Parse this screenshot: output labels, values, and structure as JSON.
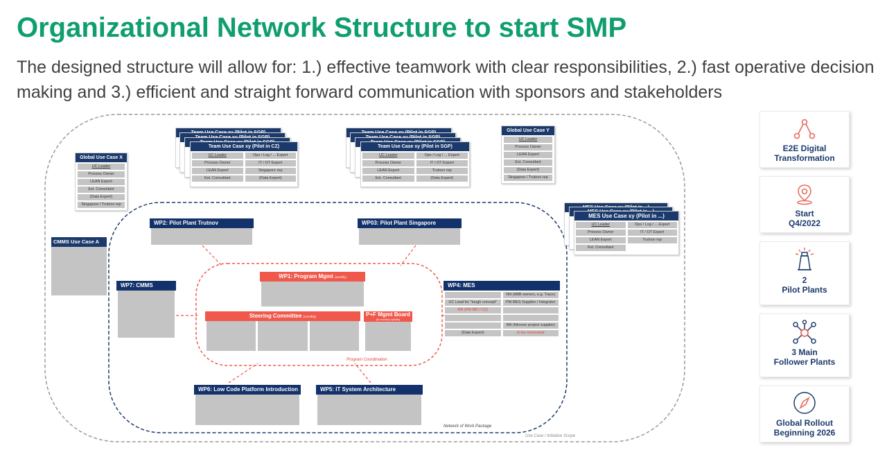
{
  "title": "Organizational Network Structure to start SMP",
  "subtitle": "The designed structure will allow for: 1.) effective teamwork with clear responsibilities, 2.) fast operative decision making and 3.) efficient and straight forward communication with sponsors and stakeholders",
  "stack_cz": {
    "back1": "Team Use Case xy (Pilot in SGP)",
    "back2": "Team Use Case xy (Pilot in SGP)",
    "back3": "Team Use Case xy (Pilot in SGP)",
    "front": "Team Use Case xy (Pilot in CZ)",
    "left": [
      "UC Leader",
      "Process Owner",
      "LEAN Expert",
      "Ext. Consultant"
    ],
    "right": [
      "Ops / Log / ... Expert",
      "IT / OT Expert",
      "Singapore rep",
      "(Data Expert)"
    ]
  },
  "stack_sgp": {
    "back1": "Team Use Case xy (Pilot in SGP)",
    "back2": "Team Use Case xy (Pilot in SGP)",
    "back3": "Team Use Case xy (Pilot in SGP)",
    "front": "Team Use Case xy (Pilot in SGP)",
    "left": [
      "UC Leader",
      "Process Owner",
      "LEAN Expert",
      "Ext. Consultant"
    ],
    "right": [
      "Ops / Log / ... Expert",
      "IT / OT Expert",
      "Trutnov rep",
      "(Data Expert)"
    ]
  },
  "global_x": {
    "title": "Global Use Case X",
    "rows": [
      "UC Leader",
      "Process Owner",
      "LEAN Expert",
      "Ext. Consultant",
      "(Data Expert)",
      "Singapore / Trutnov rep"
    ]
  },
  "global_y": {
    "title": "Global Use Case Y",
    "rows": [
      "UC Leader",
      "Process Owner",
      "LEAN Expert",
      "Ext. Consultant",
      "(Data Expert)",
      "Singapore / Trutnov rep"
    ]
  },
  "mes_stack": {
    "back1": "MES Use Case xy (Pilot in ...)",
    "back2": "MES Use Case xy (Pilot in ...)",
    "front": "MES Use Case xy (Pilot in ...)",
    "left": [
      "UC Leader",
      "Process Owner",
      "LEAN Expert",
      "Ext. Consultant"
    ],
    "right": [
      "Ops / Log / ... Expert",
      "IT / OT Expert",
      "Trutnov rep"
    ]
  },
  "cmms_uc": "CMMS Use Case A",
  "wp2": "WP2: Pilot Plant Trutnov",
  "wp03": "WP03: Pilot Plant Singapore",
  "wp7": "WP7: CMMS",
  "wp1": {
    "label": "WP1: Program Mgmt",
    "note": "(weekly)"
  },
  "steering": {
    "label": "Steering Committee",
    "note": "(monthly)"
  },
  "pf_board": {
    "label": "P+F Mgmt Board",
    "note": "(bi-monthly update)"
  },
  "wp4": {
    "title": "WP4: MES",
    "left": [
      "",
      "UC Lead for \"tough concept\"",
      "NN (PM MO / CZ)",
      "",
      "",
      "(Data Expert)"
    ],
    "right": [
      "NN (ABB owners, e.g. Trace)",
      "PM MES Supplier / Integrator",
      "",
      "",
      "NN (Nirovex project supplier)",
      "to be nominated"
    ]
  },
  "wp6": "WP6: Low Code Platform Introduction",
  "wp5": "WP5: IT System Architecture",
  "program_coordination": "Program Coordination",
  "network_label": "Network of Work Package",
  "scope_label": "Use Case / Initiative Scope",
  "side_cards": [
    {
      "icon": "network-triangle-icon",
      "lines": [
        "E2E  Digital",
        "Transformation"
      ]
    },
    {
      "icon": "location-pin-icon",
      "lines": [
        "Start",
        "Q4/2022"
      ]
    },
    {
      "icon": "lighthouse-icon",
      "lines": [
        "2",
        "Pilot Plants"
      ]
    },
    {
      "icon": "hub-network-icon",
      "lines": [
        "3 Main",
        "Follower Plants"
      ]
    },
    {
      "icon": "compass-icon",
      "lines": [
        "Global  Rollout",
        "Beginning  2026"
      ]
    }
  ],
  "colors": {
    "title_green": "#0f9e6e",
    "navy": "#13316a",
    "red": "#f0584c",
    "gray": "#c4c4c4"
  }
}
